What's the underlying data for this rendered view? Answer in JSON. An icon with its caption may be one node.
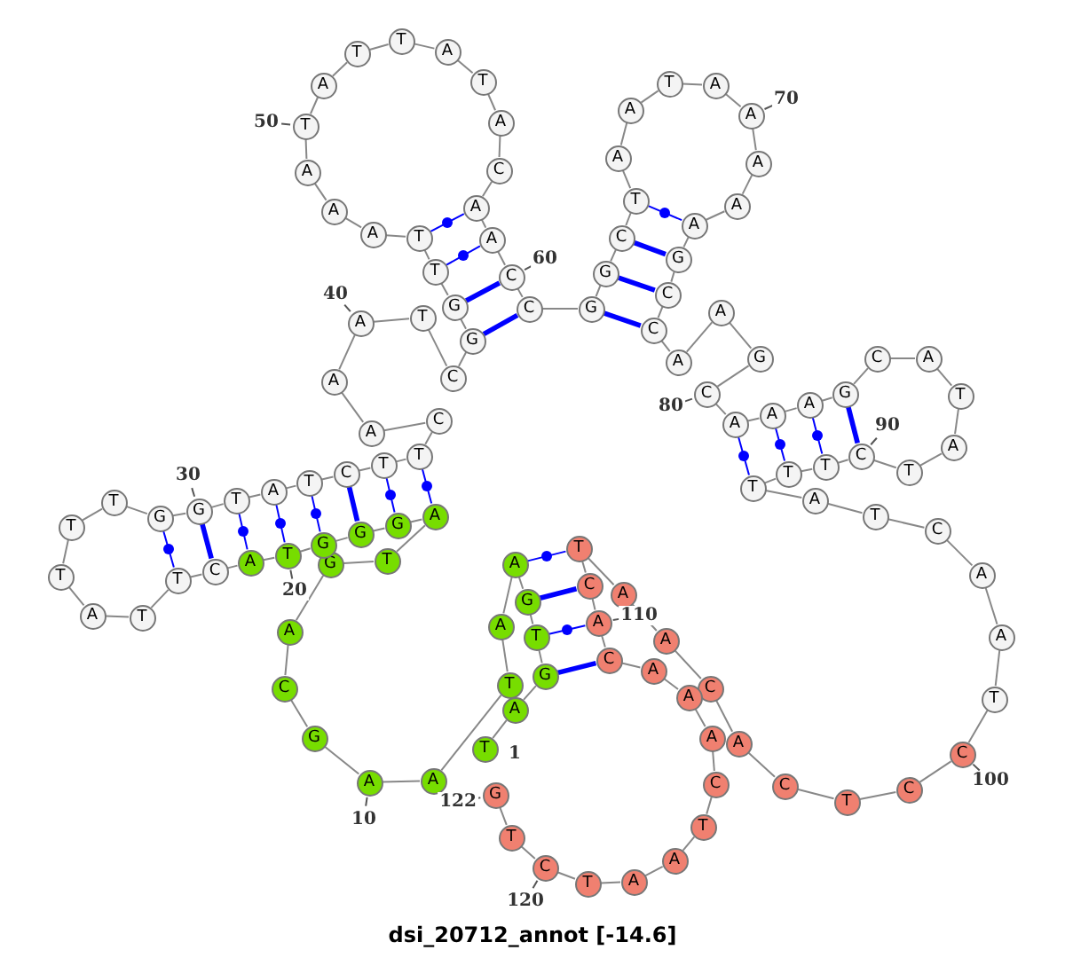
{
  "diagram": {
    "title": "dsi_20712_annot [-14.6]",
    "nodes": [
      {
        "text": [
          "T"
        ],
        "beside": [
          "1"
        ]
      },
      {
        "text": [
          "A"
        ]
      },
      {
        "text": [
          "G"
        ]
      },
      {
        "text": [
          "T"
        ]
      },
      {
        "text": [
          "G"
        ]
      },
      {
        "text": [
          "A"
        ]
      },
      {
        "text": [
          "A"
        ]
      },
      {
        "text": [
          "T"
        ]
      },
      {
        "text": [
          "A"
        ]
      },
      {
        "text": [
          "A"
        ],
        "beside": [
          "10"
        ]
      },
      {
        "text": [
          "G"
        ]
      },
      {
        "text": [
          "C"
        ]
      },
      {
        "text": [
          "A"
        ]
      },
      {
        "text": [
          "G"
        ]
      },
      {
        "text": [
          "T"
        ]
      },
      {
        "text": [
          "A"
        ]
      },
      {
        "text": [
          "G"
        ]
      },
      {
        "text": [
          "G"
        ]
      },
      {
        "text": [
          "G"
        ]
      },
      {
        "text": [
          "T"
        ],
        "beside": [
          "20"
        ]
      },
      {
        "text": [
          "A"
        ]
      },
      {
        "text": [
          "C"
        ]
      },
      {
        "text": [
          "T"
        ]
      },
      {
        "text": [
          "T"
        ]
      },
      {
        "text": [
          "A"
        ]
      },
      {
        "text": [
          "T"
        ]
      },
      {
        "text": [
          "T"
        ]
      },
      {
        "text": [
          "T"
        ]
      },
      {
        "text": [
          "G"
        ]
      },
      {
        "text": [
          "G"
        ],
        "beside": [
          "30"
        ]
      },
      {
        "text": [
          "T"
        ]
      },
      {
        "text": [
          "A"
        ]
      },
      {
        "text": [
          "T"
        ]
      },
      {
        "text": [
          "C"
        ]
      },
      {
        "text": [
          "T"
        ]
      },
      {
        "text": [
          "T"
        ]
      },
      {
        "text": [
          "C"
        ]
      },
      {
        "text": [
          "A"
        ]
      },
      {
        "text": [
          "A"
        ]
      },
      {
        "text": [
          "A"
        ],
        "beside": [
          "40"
        ]
      },
      {
        "text": [
          "T"
        ]
      },
      {
        "text": [
          "C"
        ]
      },
      {
        "text": [
          "G"
        ]
      },
      {
        "text": [
          "G"
        ]
      },
      {
        "text": [
          "T"
        ]
      },
      {
        "text": [
          "T"
        ]
      },
      {
        "text": [
          "A"
        ]
      },
      {
        "text": [
          "A"
        ]
      },
      {
        "text": [
          "A"
        ]
      },
      {
        "text": [
          "T"
        ],
        "beside": [
          "50"
        ]
      },
      {
        "text": [
          "A"
        ]
      },
      {
        "text": [
          "T"
        ]
      },
      {
        "text": [
          "T"
        ]
      },
      {
        "text": [
          "A"
        ]
      },
      {
        "text": [
          "T"
        ]
      },
      {
        "text": [
          "A"
        ]
      },
      {
        "text": [
          "C"
        ]
      },
      {
        "text": [
          "A"
        ]
      },
      {
        "text": [
          "A"
        ]
      },
      {
        "text": [
          "C"
        ],
        "beside": [
          "60"
        ]
      },
      {
        "text": [
          "C"
        ]
      },
      {
        "text": [
          "G"
        ]
      },
      {
        "text": [
          "G"
        ]
      },
      {
        "text": [
          "C"
        ]
      },
      {
        "text": [
          "T"
        ]
      },
      {
        "text": [
          "A"
        ]
      },
      {
        "text": [
          "A"
        ]
      },
      {
        "text": [
          "T"
        ]
      },
      {
        "text": [
          "A"
        ]
      },
      {
        "text": [
          "A"
        ],
        "beside": [
          "70"
        ]
      },
      {
        "text": [
          "A"
        ]
      },
      {
        "text": [
          "A"
        ]
      },
      {
        "text": [
          "A"
        ]
      },
      {
        "text": [
          "G"
        ]
      },
      {
        "text": [
          "C"
        ]
      },
      {
        "text": [
          "C"
        ]
      },
      {
        "text": [
          "A"
        ]
      },
      {
        "text": [
          "A"
        ]
      },
      {
        "text": [
          "G"
        ]
      },
      {
        "text": [
          "C"
        ],
        "beside": [
          "80"
        ]
      },
      {
        "text": [
          "A"
        ]
      },
      {
        "text": [
          "A"
        ]
      },
      {
        "text": [
          "A"
        ]
      },
      {
        "text": [
          "G"
        ]
      },
      {
        "text": [
          "C"
        ]
      },
      {
        "text": [
          "A"
        ]
      },
      {
        "text": [
          "T"
        ]
      },
      {
        "text": [
          "A"
        ]
      },
      {
        "text": [
          "T"
        ]
      },
      {
        "text": [
          "C"
        ],
        "beside": [
          "90"
        ]
      },
      {
        "text": [
          "T"
        ]
      },
      {
        "text": [
          "T"
        ]
      },
      {
        "text": [
          "T"
        ]
      },
      {
        "text": [
          "A"
        ]
      },
      {
        "text": [
          "T"
        ]
      },
      {
        "text": [
          "C"
        ]
      },
      {
        "text": [
          "A"
        ]
      },
      {
        "text": [
          "A"
        ]
      },
      {
        "text": [
          "T"
        ]
      },
      {
        "text": [
          "C"
        ],
        "beside": [
          "100"
        ]
      },
      {
        "text": [
          "C"
        ]
      },
      {
        "text": [
          "T"
        ]
      },
      {
        "text": [
          "C"
        ]
      },
      {
        "text": [
          "A"
        ]
      },
      {
        "text": [
          "C"
        ]
      },
      {
        "text": [
          "A"
        ]
      },
      {
        "text": [
          "A"
        ]
      },
      {
        "text": [
          "T"
        ]
      },
      {
        "text": [
          "C"
        ]
      },
      {
        "text": [
          "A"
        ],
        "beside": [
          "110"
        ]
      },
      {
        "text": [
          "C"
        ]
      },
      {
        "text": [
          "A"
        ]
      },
      {
        "text": [
          "A"
        ]
      },
      {
        "text": [
          "A"
        ]
      },
      {
        "text": [
          "C"
        ]
      },
      {
        "text": [
          "T"
        ]
      },
      {
        "text": [
          "A"
        ]
      },
      {
        "text": [
          "A"
        ]
      },
      {
        "text": [
          "T"
        ]
      },
      {
        "text": [
          "C"
        ],
        "beside": [
          "120"
        ]
      },
      {
        "text": [
          "T"
        ]
      },
      {
        "text": [
          "G"
        ],
        "beside": [
          "122"
        ]
      }
    ],
    "edges": [
      {
        "from": 0,
        "to": 1,
        "arrow": "none"
      },
      {
        "from": 1,
        "to": 2,
        "arrow": "none"
      },
      {
        "from": 2,
        "to": 3,
        "arrow": "none"
      },
      {
        "from": 3,
        "to": 4,
        "arrow": "none"
      },
      {
        "from": 4,
        "to": 5,
        "arrow": "none"
      },
      {
        "from": 5,
        "to": 6,
        "arrow": "none"
      },
      {
        "from": 6,
        "to": 7,
        "arrow": "none"
      },
      {
        "from": 7,
        "to": 8,
        "arrow": "none"
      },
      {
        "from": 8,
        "to": 9,
        "arrow": "none"
      },
      {
        "from": 9,
        "to": 10,
        "arrow": "none"
      },
      {
        "from": 10,
        "to": 11,
        "arrow": "none"
      },
      {
        "from": 11,
        "to": 12,
        "arrow": "none"
      },
      {
        "from": 12,
        "to": 13,
        "arrow": "none"
      },
      {
        "from": 13,
        "to": 14,
        "arrow": "none"
      },
      {
        "from": 14,
        "to": 15,
        "arrow": "none"
      },
      {
        "from": 15,
        "to": 16,
        "arrow": "none"
      },
      {
        "from": 16,
        "to": 17,
        "arrow": "none"
      },
      {
        "from": 17,
        "to": 18,
        "arrow": "none"
      },
      {
        "from": 18,
        "to": 19,
        "arrow": "none"
      },
      {
        "from": 19,
        "to": 20,
        "arrow": "none"
      },
      {
        "from": 20,
        "to": 21,
        "arrow": "none"
      },
      {
        "from": 21,
        "to": 22,
        "arrow": "none"
      },
      {
        "from": 22,
        "to": 23,
        "arrow": "none"
      },
      {
        "from": 23,
        "to": 24,
        "arrow": "none"
      },
      {
        "from": 24,
        "to": 25,
        "arrow": "none"
      },
      {
        "from": 25,
        "to": 26,
        "arrow": "none"
      },
      {
        "from": 26,
        "to": 27,
        "arrow": "none"
      },
      {
        "from": 27,
        "to": 28,
        "arrow": "none"
      },
      {
        "from": 28,
        "to": 29,
        "arrow": "none"
      },
      {
        "from": 29,
        "to": 30,
        "arrow": "none"
      },
      {
        "from": 30,
        "to": 31,
        "arrow": "none"
      },
      {
        "from": 31,
        "to": 32,
        "arrow": "none"
      },
      {
        "from": 32,
        "to": 33,
        "arrow": "none"
      },
      {
        "from": 33,
        "to": 34,
        "arrow": "none"
      },
      {
        "from": 34,
        "to": 35,
        "arrow": "none"
      },
      {
        "from": 35,
        "to": 36,
        "arrow": "none"
      },
      {
        "from": 36,
        "to": 37,
        "arrow": "none"
      },
      {
        "from": 37,
        "to": 38,
        "arrow": "none"
      },
      {
        "from": 38,
        "to": 39,
        "arrow": "none"
      },
      {
        "from": 39,
        "to": 40,
        "arrow": "none"
      },
      {
        "from": 40,
        "to": 41,
        "arrow": "none"
      },
      {
        "from": 41,
        "to": 42,
        "arrow": "none"
      },
      {
        "from": 42,
        "to": 43,
        "arrow": "none"
      },
      {
        "from": 43,
        "to": 44,
        "arrow": "none"
      },
      {
        "from": 44,
        "to": 45,
        "arrow": "none"
      },
      {
        "from": 45,
        "to": 46,
        "arrow": "none"
      },
      {
        "from": 46,
        "to": 47,
        "arrow": "none"
      },
      {
        "from": 47,
        "to": 48,
        "arrow": "none"
      },
      {
        "from": 48,
        "to": 49,
        "arrow": "none"
      },
      {
        "from": 49,
        "to": 50,
        "arrow": "none"
      },
      {
        "from": 50,
        "to": 51,
        "arrow": "none"
      },
      {
        "from": 51,
        "to": 52,
        "arrow": "none"
      },
      {
        "from": 52,
        "to": 53,
        "arrow": "none"
      },
      {
        "from": 53,
        "to": 54,
        "arrow": "none"
      },
      {
        "from": 54,
        "to": 55,
        "arrow": "none"
      },
      {
        "from": 55,
        "to": 56,
        "arrow": "none"
      },
      {
        "from": 56,
        "to": 57,
        "arrow": "none"
      },
      {
        "from": 57,
        "to": 58,
        "arrow": "none"
      },
      {
        "from": 58,
        "to": 59,
        "arrow": "none"
      },
      {
        "from": 59,
        "to": 60,
        "arrow": "none"
      },
      {
        "from": 60,
        "to": 61,
        "arrow": "none"
      },
      {
        "from": 61,
        "to": 62,
        "arrow": "none"
      },
      {
        "from": 62,
        "to": 63,
        "arrow": "none"
      },
      {
        "from": 63,
        "to": 64,
        "arrow": "none"
      },
      {
        "from": 64,
        "to": 65,
        "arrow": "none"
      },
      {
        "from": 65,
        "to": 66,
        "arrow": "none"
      },
      {
        "from": 66,
        "to": 67,
        "arrow": "none"
      },
      {
        "from": 67,
        "to": 68,
        "arrow": "none"
      },
      {
        "from": 68,
        "to": 69,
        "arrow": "none"
      },
      {
        "from": 69,
        "to": 70,
        "arrow": "none"
      },
      {
        "from": 70,
        "to": 71,
        "arrow": "none"
      },
      {
        "from": 71,
        "to": 72,
        "arrow": "none"
      },
      {
        "from": 72,
        "to": 73,
        "arrow": "none"
      },
      {
        "from": 73,
        "to": 74,
        "arrow": "none"
      },
      {
        "from": 74,
        "to": 75,
        "arrow": "none"
      },
      {
        "from": 75,
        "to": 76,
        "arrow": "none"
      },
      {
        "from": 76,
        "to": 77,
        "arrow": "none"
      },
      {
        "from": 77,
        "to": 78,
        "arrow": "none"
      },
      {
        "from": 78,
        "to": 79,
        "arrow": "none"
      },
      {
        "from": 79,
        "to": 80,
        "arrow": "none"
      },
      {
        "from": 80,
        "to": 81,
        "arrow": "none"
      },
      {
        "from": 81,
        "to": 82,
        "arrow": "none"
      },
      {
        "from": 82,
        "to": 83,
        "arrow": "none"
      },
      {
        "from": 83,
        "to": 84,
        "arrow": "none"
      },
      {
        "from": 84,
        "to": 85,
        "arrow": "none"
      },
      {
        "from": 85,
        "to": 86,
        "arrow": "none"
      },
      {
        "from": 86,
        "to": 87,
        "arrow": "none"
      },
      {
        "from": 87,
        "to": 88,
        "arrow": "none"
      },
      {
        "from": 88,
        "to": 89,
        "arrow": "none"
      },
      {
        "from": 89,
        "to": 90,
        "arrow": "none"
      },
      {
        "from": 90,
        "to": 91,
        "arrow": "none"
      },
      {
        "from": 91,
        "to": 92,
        "arrow": "none"
      },
      {
        "from": 92,
        "to": 93,
        "arrow": "none"
      },
      {
        "from": 93,
        "to": 94,
        "arrow": "none"
      },
      {
        "from": 94,
        "to": 95,
        "arrow": "none"
      },
      {
        "from": 95,
        "to": 96,
        "arrow": "none"
      },
      {
        "from": 96,
        "to": 97,
        "arrow": "none"
      },
      {
        "from": 97,
        "to": 98,
        "arrow": "none"
      },
      {
        "from": 98,
        "to": 99,
        "arrow": "none"
      },
      {
        "from": 99,
        "to": 100,
        "arrow": "none"
      },
      {
        "from": 100,
        "to": 101,
        "arrow": "none"
      },
      {
        "from": 101,
        "to": 102,
        "arrow": "none"
      },
      {
        "from": 102,
        "to": 103,
        "arrow": "none"
      },
      {
        "from": 103,
        "to": 104,
        "arrow": "none"
      },
      {
        "from": 104,
        "to": 105,
        "arrow": "none"
      },
      {
        "from": 105,
        "to": 106,
        "arrow": "none"
      },
      {
        "from": 106,
        "to": 107,
        "arrow": "none"
      },
      {
        "from": 107,
        "to": 108,
        "arrow": "none"
      },
      {
        "from": 108,
        "to": 109,
        "arrow": "none"
      },
      {
        "from": 109,
        "to": 110,
        "arrow": "none"
      },
      {
        "from": 110,
        "to": 111,
        "arrow": "none"
      },
      {
        "from": 111,
        "to": 112,
        "arrow": "none"
      },
      {
        "from": 112,
        "to": 113,
        "arrow": "none"
      },
      {
        "from": 113,
        "to": 114,
        "arrow": "none"
      },
      {
        "from": 114,
        "to": 115,
        "arrow": "none"
      },
      {
        "from": 115,
        "to": 116,
        "arrow": "none"
      },
      {
        "from": 116,
        "to": 117,
        "arrow": "none"
      },
      {
        "from": 117,
        "to": 118,
        "arrow": "none"
      },
      {
        "from": 118,
        "to": 119,
        "arrow": "none"
      },
      {
        "from": 119,
        "to": 120,
        "arrow": "none"
      },
      {
        "from": 120,
        "to": 121,
        "arrow": "none"
      },
      {
        "from": 2,
        "to": 110,
        "arrow": "none",
        "style": "thick",
        "color": "#0000ff"
      },
      {
        "from": 3,
        "to": 109,
        "arrow": "none",
        "color": "#0000ff"
      },
      {
        "from": 4,
        "to": 108,
        "arrow": "none",
        "style": "thick",
        "color": "#0000ff"
      },
      {
        "from": 5,
        "to": 107,
        "arrow": "none",
        "color": "#0000ff"
      },
      {
        "from": 15,
        "to": 35,
        "arrow": "none",
        "color": "#0000ff"
      },
      {
        "from": 16,
        "to": 34,
        "arrow": "none",
        "color": "#0000ff"
      },
      {
        "from": 17,
        "to": 33,
        "arrow": "none",
        "style": "thick",
        "color": "#0000ff"
      },
      {
        "from": 18,
        "to": 32,
        "arrow": "none",
        "color": "#0000ff"
      },
      {
        "from": 19,
        "to": 31,
        "arrow": "none",
        "color": "#0000ff"
      },
      {
        "from": 20,
        "to": 30,
        "arrow": "none",
        "color": "#0000ff"
      },
      {
        "from": 21,
        "to": 29,
        "arrow": "none",
        "style": "thick",
        "color": "#0000ff"
      },
      {
        "from": 22,
        "to": 28,
        "arrow": "none",
        "color": "#0000ff"
      },
      {
        "from": 42,
        "to": 60,
        "arrow": "none",
        "style": "thick",
        "color": "#0000ff"
      },
      {
        "from": 43,
        "to": 59,
        "arrow": "none",
        "style": "thick",
        "color": "#0000ff"
      },
      {
        "from": 44,
        "to": 58,
        "arrow": "none",
        "color": "#0000ff"
      },
      {
        "from": 45,
        "to": 57,
        "arrow": "none",
        "color": "#0000ff"
      },
      {
        "from": 61,
        "to": 75,
        "arrow": "none",
        "style": "thick",
        "color": "#0000ff"
      },
      {
        "from": 62,
        "to": 74,
        "arrow": "none",
        "style": "thick",
        "color": "#0000ff"
      },
      {
        "from": 63,
        "to": 73,
        "arrow": "none",
        "style": "thick",
        "color": "#0000ff"
      },
      {
        "from": 64,
        "to": 72,
        "arrow": "none",
        "color": "#0000ff"
      },
      {
        "from": 80,
        "to": 92,
        "arrow": "none",
        "color": "#0000ff"
      },
      {
        "from": 81,
        "to": 91,
        "arrow": "none",
        "color": "#0000ff"
      },
      {
        "from": 82,
        "to": 90,
        "arrow": "none",
        "color": "#0000ff"
      },
      {
        "from": 83,
        "to": 89,
        "arrow": "none",
        "style": "thick",
        "color": "#0000ff"
      }
    ]
  }
}
